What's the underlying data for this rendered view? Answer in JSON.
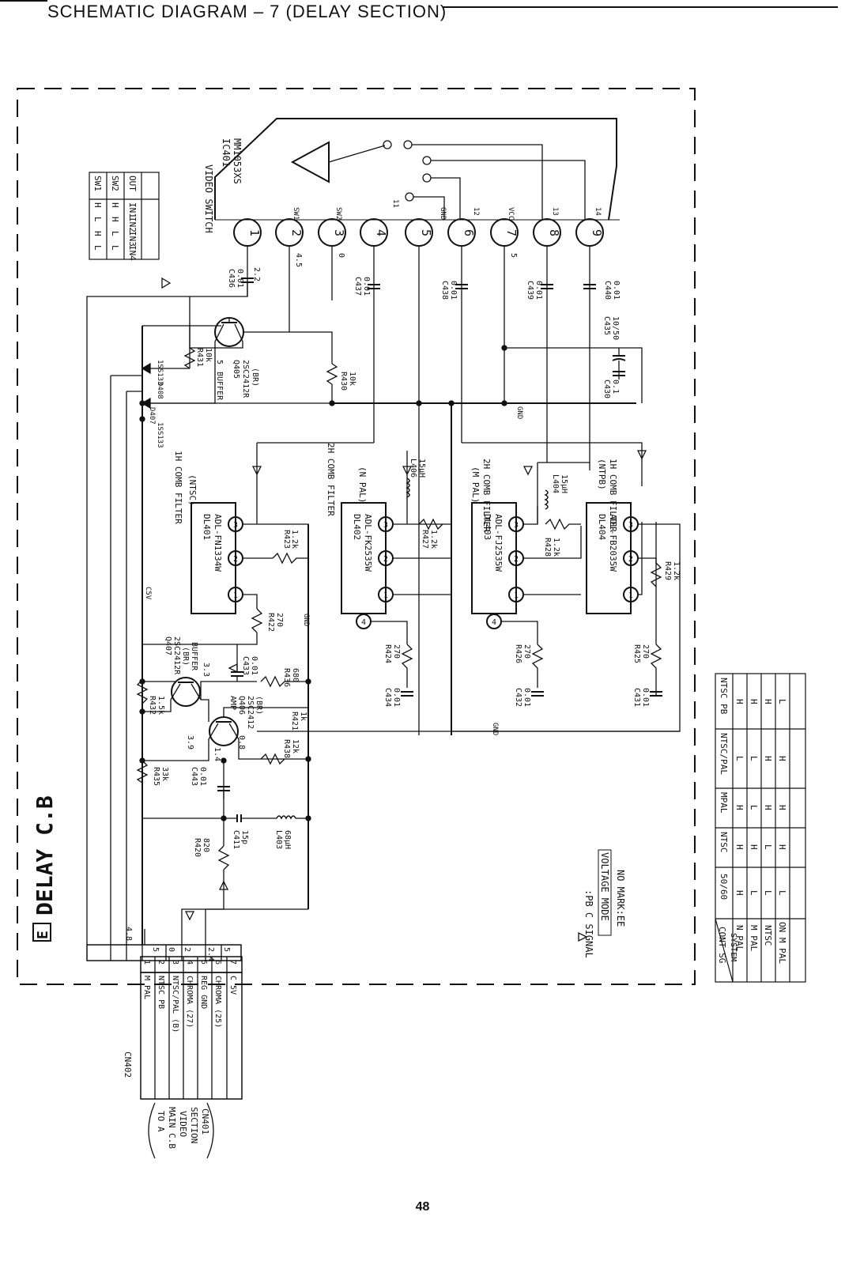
{
  "page": {
    "header": "SCHEMATIC DIAGRAM – 7 (DELAY SECTION)",
    "page_number": "48"
  },
  "board": {
    "letter": "E",
    "title": "DELAY C.B"
  },
  "ic401": {
    "ref": "IC401",
    "part": "MM1053XS",
    "name": "VIDEO SWITCH",
    "pins": [
      "1",
      "2",
      "3",
      "4",
      "5",
      "6",
      "7",
      "8",
      "9"
    ],
    "pin_labels": [
      "SW1",
      "SW2",
      "11",
      "GND",
      "12",
      "VCC",
      "13",
      "14"
    ],
    "pin_voltages": [
      "2.2",
      "4.5",
      "0",
      "5"
    ]
  },
  "truth_table": {
    "headers": [
      "SW1",
      "SW2",
      "OUT"
    ],
    "rows": [
      [
        "H",
        "H",
        "IN1"
      ],
      [
        "L",
        "H",
        "IN2"
      ],
      [
        "H",
        "L",
        "IN3"
      ],
      [
        "L",
        "L",
        "IN4"
      ]
    ]
  },
  "filters": [
    {
      "title": "1H COMB FILTER",
      "mode": "(NTSC)",
      "ref": "DL401",
      "part": "ADL-FN1334W"
    },
    {
      "title": "2H COMB FILTER",
      "mode": "(N PAL)",
      "ref": "DL402",
      "part": "ADL-FK2535W"
    },
    {
      "title": "2H COMB FILTER",
      "mode": "(M PAL)",
      "ref": "DL403",
      "part": "ADL-FJ2535W"
    },
    {
      "title": "1H COMB FILTER",
      "mode": "(NTPB)",
      "ref": "DL404",
      "part": "ADL-FB2035W"
    }
  ],
  "components": {
    "c436": {
      "ref": "C436",
      "val": "0.01"
    },
    "c437": {
      "ref": "C437",
      "val": "0.01"
    },
    "c438": {
      "ref": "C438",
      "val": "0.01"
    },
    "c439": {
      "ref": "C439",
      "val": "0.01"
    },
    "c440": {
      "ref": "C440",
      "val": "0.01"
    },
    "c435": {
      "ref": "C435",
      "val": "10/50"
    },
    "c430": {
      "ref": "C430",
      "val": "0.1"
    },
    "r431": {
      "ref": "R431",
      "val": "10k"
    },
    "r430": {
      "ref": "R430",
      "val": "10k"
    },
    "q405": {
      "ref": "Q405",
      "part": "2SC2412R",
      "rank": "(BR)",
      "role": "BUFFER",
      "v": "5"
    },
    "d408": {
      "ref": "D408",
      "part": "1SS133"
    },
    "d407": {
      "ref": "D407",
      "part": "1SS133"
    },
    "r423": {
      "ref": "R423",
      "val": "1.2k"
    },
    "r422": {
      "ref": "R422",
      "val": "270"
    },
    "r427": {
      "ref": "R427",
      "val": "1.2k"
    },
    "r424": {
      "ref": "R424",
      "val": "270"
    },
    "l406": {
      "ref": "L406",
      "val": "15μH"
    },
    "l404": {
      "ref": "L404",
      "val": "15μH"
    },
    "r428": {
      "ref": "R428",
      "val": "1.2k"
    },
    "r426": {
      "ref": "R426",
      "val": "270"
    },
    "r429": {
      "ref": "R429",
      "val": "1.2k"
    },
    "r425": {
      "ref": "R425",
      "val": "270"
    },
    "c434": {
      "ref": "C434",
      "val": "0.01"
    },
    "c432": {
      "ref": "C432",
      "val": "0.01"
    },
    "c431": {
      "ref": "C431",
      "val": "0.01"
    },
    "q407": {
      "ref": "Q407",
      "part": "2SC2412R",
      "rank": "(BR)",
      "role": "BUFFER",
      "v": "3.3"
    },
    "q406": {
      "ref": "Q406",
      "part": "2SC2412",
      "rank": "(BR)",
      "role": "AMP",
      "v1": "3.9",
      "v2": "1.4",
      "v3": "0.8"
    },
    "c433": {
      "ref": "C433",
      "val": "0.01"
    },
    "r436": {
      "ref": "R436",
      "val": "680"
    },
    "r421": {
      "ref": "R421",
      "val": "1k"
    },
    "r432": {
      "ref": "R432",
      "val": "1.5k"
    },
    "r438": {
      "ref": "R438",
      "val": "12k"
    },
    "r435": {
      "ref": "R435",
      "val": "33k"
    },
    "c443": {
      "ref": "C443",
      "val": "0.01"
    },
    "c411": {
      "ref": "C411",
      "val": "15p"
    },
    "l403": {
      "ref": "L403",
      "val": "68μH"
    },
    "r420": {
      "ref": "R420",
      "val": "820"
    }
  },
  "nets": {
    "c5v": "C5V",
    "gnd": "GND"
  },
  "connector": {
    "ref": "CN402",
    "pins": [
      "1",
      "2",
      "3",
      "4",
      "5",
      "6",
      "7"
    ],
    "labels": [
      "M PAL",
      "NTSC PB",
      "NTSC/PAL (B)",
      "CHROMA (27)",
      "REG GND",
      "CHROMA (25)",
      "C 5V"
    ],
    "voltages": [
      "4.8",
      "5",
      "0",
      "2",
      "2.4",
      "5"
    ],
    "to_lines": [
      "TO A",
      "MAIN C.B",
      "VIDEO",
      "SECTION",
      "CN401"
    ]
  },
  "legend": {
    "signal": ":PB C SIGNAL",
    "mode": "VOLTAGE MODE",
    "no_mark": "NO MARK:EE"
  },
  "cont_table": {
    "corner_top": "CONT SG",
    "corner_bottom": "SYSTEM",
    "headers": [
      "50/60",
      "NTSC",
      "MPAL",
      "NTSC/PAL",
      "NTSC PB"
    ],
    "rows": [
      [
        "N PAL",
        "H",
        "H",
        "H",
        "L",
        "H"
      ],
      [
        "M PAL",
        "L",
        "H",
        "L",
        "L",
        "H"
      ],
      [
        "NTSC",
        "L",
        "L",
        "H",
        "H",
        "H"
      ],
      [
        "ON M PAL",
        "L",
        "H",
        "H",
        "H",
        "L"
      ]
    ]
  }
}
